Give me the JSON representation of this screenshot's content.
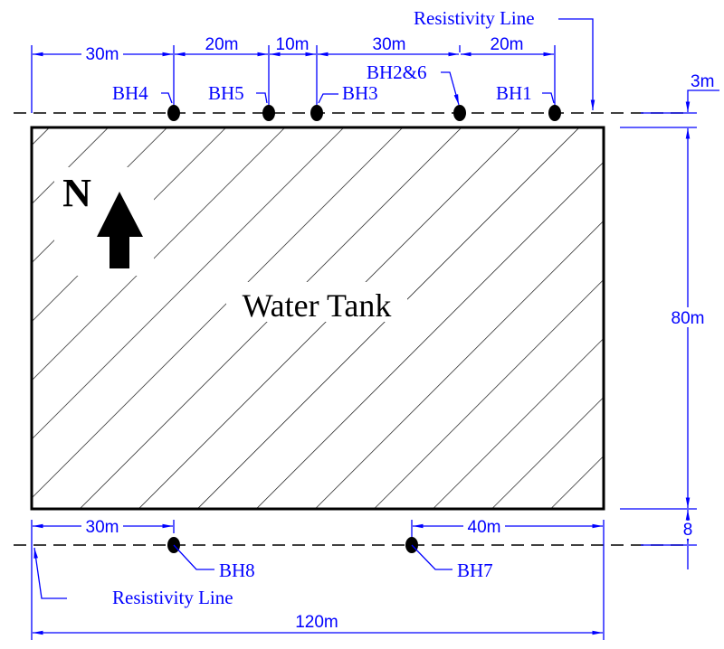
{
  "title": "Water Tank",
  "north_label": "N",
  "colors": {
    "dimension": "#0000ff",
    "outline": "#000000"
  },
  "resistivity_line_label_top": "Resistivity Line",
  "resistivity_line_label_bottom": "Resistivity Line",
  "top_dimensions": [
    "30m",
    "20m",
    "10m",
    "30m",
    "20m"
  ],
  "right_dimensions": {
    "offset_top": "3m",
    "height": "80m",
    "offset_bottom": "8"
  },
  "bottom_dimensions": {
    "left": "30m",
    "right": "40m",
    "total": "120m"
  },
  "boreholes_top": [
    "BH4",
    "BH5",
    "BH3",
    "BH2&6",
    "BH1"
  ],
  "boreholes_bottom": [
    "BH8",
    "BH7"
  ]
}
